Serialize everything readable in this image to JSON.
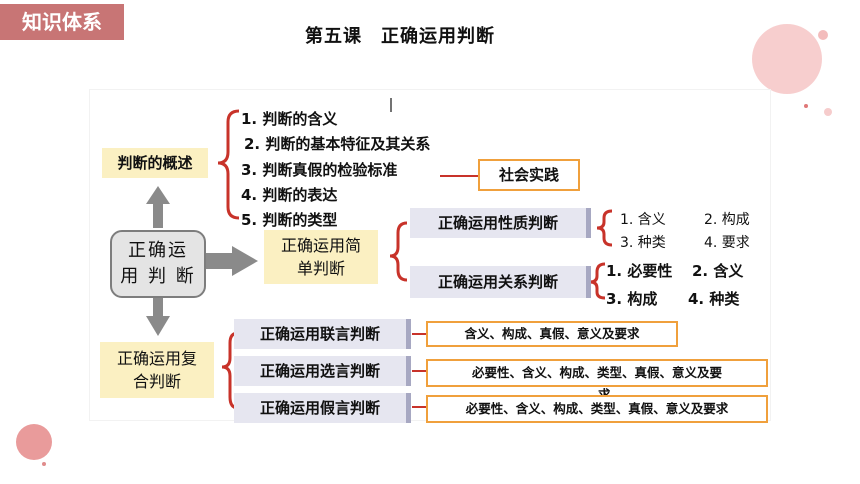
{
  "header": {
    "tag": "知识体系",
    "title": "第五课　正确运用判断"
  },
  "center": {
    "line1": "正确运",
    "line2": "用 判 断"
  },
  "overview": {
    "label": "判断的概述",
    "items": [
      "1. 判断的含义",
      "2. 判断的基本特征及其关系",
      "3. 判断真假的检验标准",
      "4. 判断的表达",
      "5. 判断的类型"
    ],
    "practice": "社会实践"
  },
  "simple": {
    "line1": "正确运用简",
    "line2": "单判断",
    "property": {
      "label": "正确运用性质判断",
      "items": [
        "1. 含义",
        "2. 构成",
        "3. 种类",
        "4. 要求"
      ]
    },
    "relation": {
      "label": "正确运用关系判断",
      "items": [
        "1. 必要性",
        "2. 含义",
        "3. 构成",
        "4. 种类"
      ]
    }
  },
  "compound": {
    "line1": "正确运用复",
    "line2": "合判断",
    "rows": [
      {
        "label": "正确运用联言判断",
        "detail": "含义、构成、真假、意义及要求"
      },
      {
        "label": "正确运用选言判断",
        "detail": "必要性、含义、构成、类型、真假、意义及要",
        "overflow": "求"
      },
      {
        "label": "正确运用假言判断",
        "detail": "必要性、含义、构成、类型、真假、意义及要求"
      }
    ]
  },
  "colors": {
    "tag": "#c87575",
    "bracket": "#c8332a",
    "frame": "#f0a03c",
    "highlight": "#fbf0c2",
    "box": "#e6e6f0",
    "arrow": "#8a8a8a"
  }
}
